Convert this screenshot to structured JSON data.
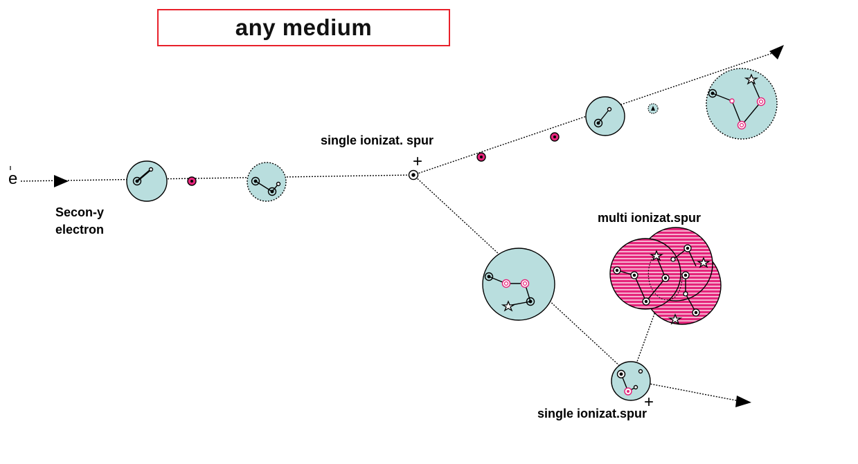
{
  "title": "any medium",
  "labels": {
    "electron_symbol": "e",
    "secondary_electron_line1": "Secon-y",
    "secondary_electron_line2": "electron",
    "single_spur_top": "single ionizat. spur",
    "multi_spur": "multi ionizat.spur",
    "single_spur_bottom": "single ionizat.spur",
    "plus_top": "+",
    "plus_bottom": "+"
  },
  "colors": {
    "title_border": "#e8202a",
    "spur_fill": "#b9dede",
    "multi_spur_fill": "#e5257b",
    "ion_pink": "#e5257b",
    "track": "#000000"
  },
  "icons": [
    "arrow-head-icon",
    "ion-pair-icon",
    "star-excited-state-icon",
    "plus-ion-icon"
  ]
}
